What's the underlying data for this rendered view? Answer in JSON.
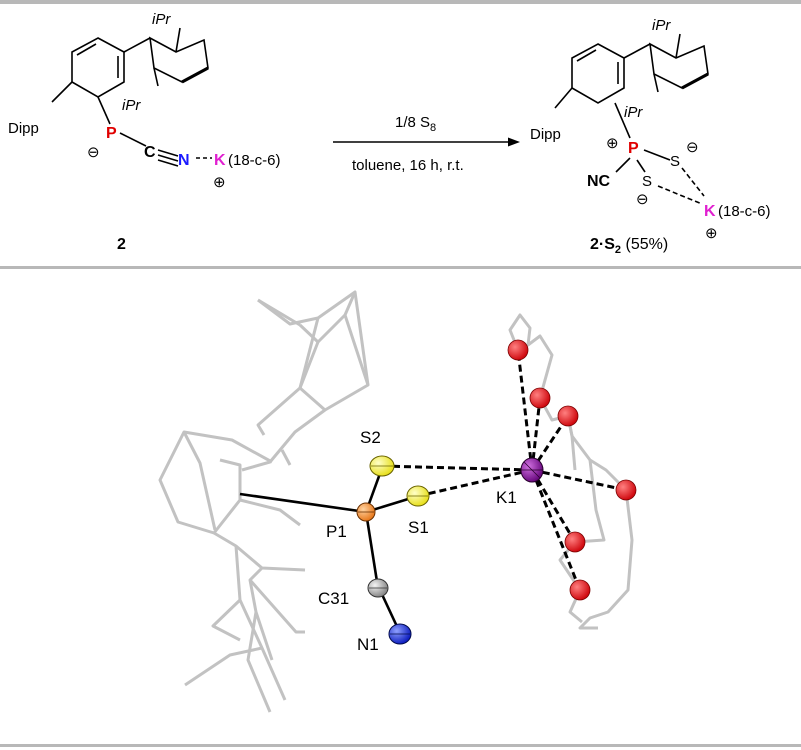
{
  "scheme": {
    "reactant": {
      "compound_number": "2",
      "dipp_label": "Dipp",
      "ipr_top": "iPr",
      "ipr_bottom": "iPr",
      "p_label": "P",
      "c_label": "C",
      "n_label": "N",
      "k_label": "K",
      "crown_label": "(18-c-6)",
      "minus_charge": "⊖",
      "plus_charge": "⊕"
    },
    "arrow": {
      "reagent_above_prefix": "1/8 S",
      "reagent_above_subscript": "8",
      "conditions_below": "toluene, 16 h, r.t."
    },
    "product": {
      "compound_label_main": "2·S",
      "compound_label_subscript": "2",
      "yield": "(55%)",
      "dipp_label": "Dipp",
      "ipr_top": "iPr",
      "ipr_bottom": "iPr",
      "p_label": "P",
      "nc_label": "NC",
      "s_label_1": "S",
      "s_label_2": "S",
      "k_label": "K",
      "crown_label": "(18-c-6)",
      "p_charge": "⊕",
      "s_charge_1": "⊖",
      "s_charge_2": "⊖",
      "k_charge": "⊕"
    }
  },
  "structure": {
    "atom_labels": {
      "s2": "S2",
      "s1": "S1",
      "p1": "P1",
      "k1": "K1",
      "c31": "C31",
      "n1": "N1"
    },
    "colors": {
      "phosphorus": "#e87a1e",
      "sulfur": "#f2ea28",
      "potassium": "#8a1a9a",
      "oxygen": "#e8141a",
      "carbon": "#a8a8a8",
      "nitrogen": "#1e2ed8",
      "bond_gray": "#c0c0c0",
      "p_text": "#e00000",
      "n_text": "#1a1aff",
      "k_text": "#e020d0"
    }
  }
}
